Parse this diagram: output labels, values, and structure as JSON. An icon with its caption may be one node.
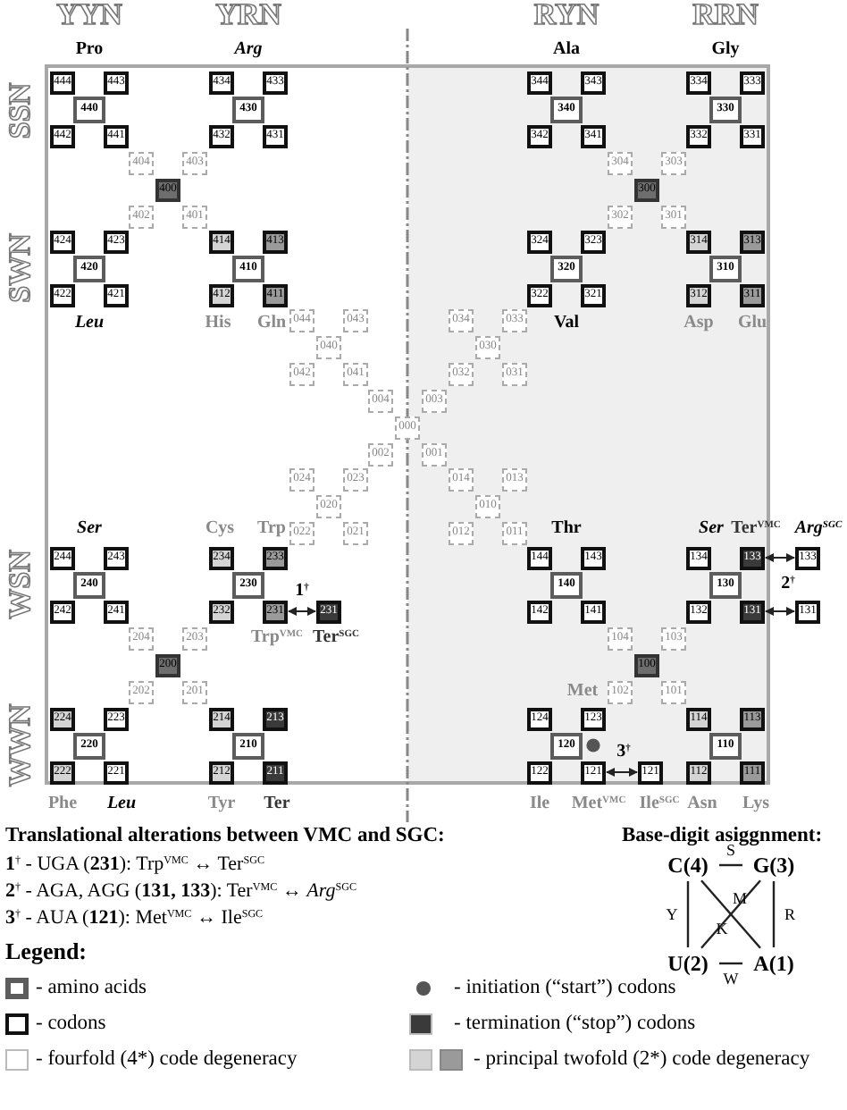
{
  "diagram": {
    "nodes": [
      {
        "text": [
          "444"
        ]
      },
      {
        "text": [
          "443"
        ]
      },
      {
        "text": [
          "440"
        ]
      },
      {
        "text": [
          "442"
        ]
      },
      {
        "text": [
          "441"
        ]
      },
      {
        "text": [
          "434"
        ]
      },
      {
        "text": [
          "433"
        ]
      },
      {
        "text": [
          "430"
        ]
      },
      {
        "text": [
          "432"
        ]
      },
      {
        "text": [
          "431"
        ]
      },
      {
        "text": [
          "404"
        ]
      },
      {
        "text": [
          "403"
        ]
      },
      {
        "text": [
          "400"
        ]
      },
      {
        "text": [
          "402"
        ]
      },
      {
        "text": [
          "401"
        ]
      },
      {
        "text": [
          "424"
        ]
      },
      {
        "text": [
          "423"
        ]
      },
      {
        "text": [
          "420"
        ]
      },
      {
        "text": [
          "422"
        ]
      },
      {
        "text": [
          "421"
        ]
      },
      {
        "text": [
          "414"
        ]
      },
      {
        "text": [
          "413"
        ]
      },
      {
        "text": [
          "410"
        ]
      },
      {
        "text": [
          "412"
        ]
      },
      {
        "text": [
          "411"
        ]
      },
      {
        "text": [
          "344"
        ]
      },
      {
        "text": [
          "343"
        ]
      },
      {
        "text": [
          "340"
        ]
      },
      {
        "text": [
          "342"
        ]
      },
      {
        "text": [
          "341"
        ]
      },
      {
        "text": [
          "334"
        ]
      },
      {
        "text": [
          "333"
        ]
      },
      {
        "text": [
          "330"
        ]
      },
      {
        "text": [
          "332"
        ]
      },
      {
        "text": [
          "331"
        ]
      },
      {
        "text": [
          "304"
        ]
      },
      {
        "text": [
          "303"
        ]
      },
      {
        "text": [
          "300"
        ]
      },
      {
        "text": [
          "302"
        ]
      },
      {
        "text": [
          "301"
        ]
      },
      {
        "text": [
          "324"
        ]
      },
      {
        "text": [
          "323"
        ]
      },
      {
        "text": [
          "320"
        ]
      },
      {
        "text": [
          "322"
        ]
      },
      {
        "text": [
          "321"
        ]
      },
      {
        "text": [
          "314"
        ]
      },
      {
        "text": [
          "313"
        ]
      },
      {
        "text": [
          "310"
        ]
      },
      {
        "text": [
          "312"
        ]
      },
      {
        "text": [
          "311"
        ]
      },
      {
        "text": [
          "044"
        ]
      },
      {
        "text": [
          "043"
        ]
      },
      {
        "text": [
          "040"
        ]
      },
      {
        "text": [
          "042"
        ]
      },
      {
        "text": [
          "041"
        ]
      },
      {
        "text": [
          "034"
        ]
      },
      {
        "text": [
          "033"
        ]
      },
      {
        "text": [
          "030"
        ]
      },
      {
        "text": [
          "032"
        ]
      },
      {
        "text": [
          "031"
        ]
      },
      {
        "text": [
          "004"
        ]
      },
      {
        "text": [
          "003"
        ]
      },
      {
        "text": [
          "000"
        ]
      },
      {
        "text": [
          "002"
        ]
      },
      {
        "text": [
          "001"
        ]
      },
      {
        "text": [
          "024"
        ]
      },
      {
        "text": [
          "023"
        ]
      },
      {
        "text": [
          "020"
        ]
      },
      {
        "text": [
          "022"
        ]
      },
      {
        "text": [
          "021"
        ]
      },
      {
        "text": [
          "014"
        ]
      },
      {
        "text": [
          "013"
        ]
      },
      {
        "text": [
          "010"
        ]
      },
      {
        "text": [
          "012"
        ]
      },
      {
        "text": [
          "011"
        ]
      },
      {
        "text": [
          "244"
        ]
      },
      {
        "text": [
          "243"
        ]
      },
      {
        "text": [
          "240"
        ]
      },
      {
        "text": [
          "242"
        ]
      },
      {
        "text": [
          "241"
        ]
      },
      {
        "text": [
          "234"
        ]
      },
      {
        "text": [
          "233"
        ]
      },
      {
        "text": [
          "230"
        ]
      },
      {
        "text": [
          "232"
        ]
      },
      {
        "text": [
          "231"
        ]
      },
      {
        "text": [
          "204"
        ]
      },
      {
        "text": [
          "203"
        ]
      },
      {
        "text": [
          "200"
        ]
      },
      {
        "text": [
          "202"
        ]
      },
      {
        "text": [
          "201"
        ]
      },
      {
        "text": [
          "224"
        ]
      },
      {
        "text": [
          "223"
        ]
      },
      {
        "text": [
          "220"
        ]
      },
      {
        "text": [
          "222"
        ]
      },
      {
        "text": [
          "221"
        ]
      },
      {
        "text": [
          "214"
        ]
      },
      {
        "text": [
          "213"
        ]
      },
      {
        "text": [
          "210"
        ]
      },
      {
        "text": [
          "212"
        ]
      },
      {
        "text": [
          "211"
        ]
      },
      {
        "text": [
          "144"
        ]
      },
      {
        "text": [
          "143"
        ]
      },
      {
        "text": [
          "140"
        ]
      },
      {
        "text": [
          "142"
        ]
      },
      {
        "text": [
          "141"
        ]
      },
      {
        "text": [
          "134"
        ]
      },
      {
        "text": [
          "133"
        ]
      },
      {
        "text": [
          "130"
        ]
      },
      {
        "text": [
          "132"
        ]
      },
      {
        "text": [
          "131"
        ]
      },
      {
        "text": [
          "104"
        ]
      },
      {
        "text": [
          "103"
        ]
      },
      {
        "text": [
          "100"
        ]
      },
      {
        "text": [
          "102"
        ]
      },
      {
        "text": [
          "101"
        ]
      },
      {
        "text": [
          "124"
        ]
      },
      {
        "text": [
          "123"
        ]
      },
      {
        "text": [
          "120"
        ]
      },
      {
        "text": [
          "122"
        ]
      },
      {
        "text": [
          "121"
        ]
      },
      {
        "text": [
          "114"
        ]
      },
      {
        "text": [
          "113"
        ]
      },
      {
        "text": [
          "110"
        ]
      },
      {
        "text": [
          "112"
        ]
      },
      {
        "text": [
          "111"
        ]
      },
      {
        "text": [
          "231"
        ]
      },
      {
        "text": [
          "133"
        ]
      },
      {
        "text": [
          "131"
        ]
      },
      {
        "text": [
          "121"
        ]
      },
      {
        "text": [
          "C(4)"
        ]
      },
      {
        "text": [
          "G(3)"
        ]
      },
      {
        "text": [
          "U(2)"
        ]
      },
      {
        "text": [
          "A(1)"
        ]
      }
    ],
    "edges": [
      {
        "from": 84,
        "to": 125,
        "arrow": "both"
      },
      {
        "from": 106,
        "to": 126,
        "arrow": "both"
      },
      {
        "from": 109,
        "to": 127,
        "arrow": "both"
      },
      {
        "from": 119,
        "to": 128,
        "arrow": "both"
      },
      {
        "from": 129,
        "to": 130,
        "arrow": "none",
        "label": "S"
      },
      {
        "from": 129,
        "to": 131,
        "arrow": "none",
        "label": "Y"
      },
      {
        "from": 129,
        "to": 132,
        "arrow": "none",
        "label": "M"
      },
      {
        "from": 130,
        "to": 131,
        "arrow": "none",
        "label": "K"
      },
      {
        "from": 130,
        "to": 132,
        "arrow": "none",
        "label": "R"
      },
      {
        "from": 131,
        "to": 132,
        "arrow": "none",
        "label": "W"
      }
    ],
    "labels": [
      "YYN",
      "YRN",
      "RYN",
      "RRN",
      "Pro",
      "Arg",
      "Ala",
      "Gly",
      "SSN",
      "SWN",
      "Leu",
      "His",
      "Gln",
      "Val",
      "Asp",
      "Glu",
      "Ser",
      "Cys",
      "Trp",
      "Thr",
      "Ser",
      "Ter$^{VMC}$",
      "Arg$^{SGC}$",
      "WSN",
      "1$^{†}$",
      "2$^{†}$",
      "Trp$^{VMC}$",
      "Ter$^{SGC}$",
      "Met",
      "3$^{†}$",
      "WWN",
      "Phe",
      "Leu",
      "Tyr",
      "Ter",
      "Ile",
      "Met$^{VMC}$",
      "Ile$^{SGC}$",
      "Asn",
      "Lys",
      "Translational alterations between VMC and SGC:",
      "**1**$^{†}$ - UGA (**231**): Trp$^{VMC}$ ↔ Ter$^{SGC}$",
      "**2**$^{†}$ - AGA, AGG (**131, 133**): Ter$^{VMC}$ ↔ *Arg*$^{SGC}$",
      "**3**$^{†}$ - AUA (**121**): Met$^{VMC}$ ↔ Ile$^{SGC}$",
      "Base-digit asiggnment:",
      "Legend:"
    ],
    "legend": [
      {
        "text": "- amino acids"
      },
      {
        "text": "- codons"
      },
      {
        "text": "- fourfold (4*) code degeneracy",
        "color": "#ffffff"
      },
      {
        "text": "- initiation (“start”) codons"
      },
      {
        "text": "- termination (“stop”) codons",
        "color": "#3a3a3a"
      },
      {
        "text": "- principal twofold (2*) code degeneracy"
      }
    ]
  }
}
